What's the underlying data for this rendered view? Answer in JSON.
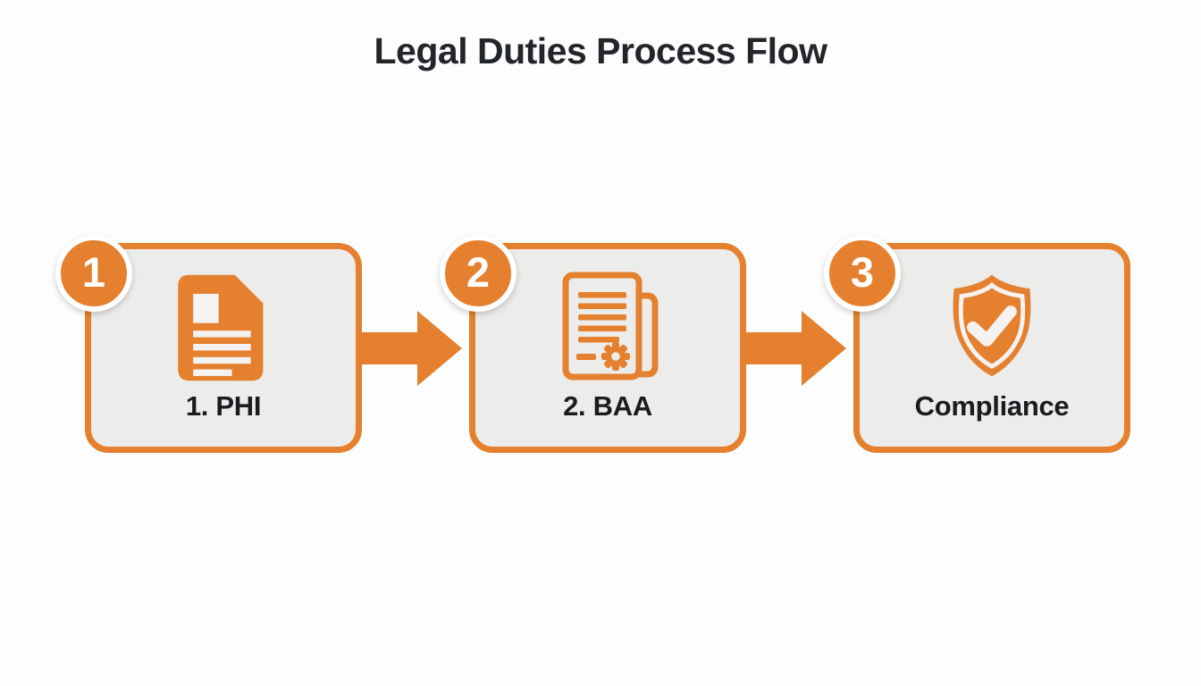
{
  "title": "Legal Duties Process Flow",
  "colors": {
    "accent": "#E5802F",
    "box_fill": "#ECECEB",
    "background": "#FDFDFD",
    "ink": "#22252A"
  },
  "steps": [
    {
      "badge": "1",
      "label": "1. PHI",
      "icon": "document-icon"
    },
    {
      "badge": "2",
      "label": "2. BAA",
      "icon": "document-gear-icon"
    },
    {
      "badge": "3",
      "label": "Compliance",
      "icon": "shield-check-icon"
    }
  ],
  "connectors": [
    {
      "icon": "arrow-right-icon"
    },
    {
      "icon": "arrow-right-icon"
    }
  ]
}
